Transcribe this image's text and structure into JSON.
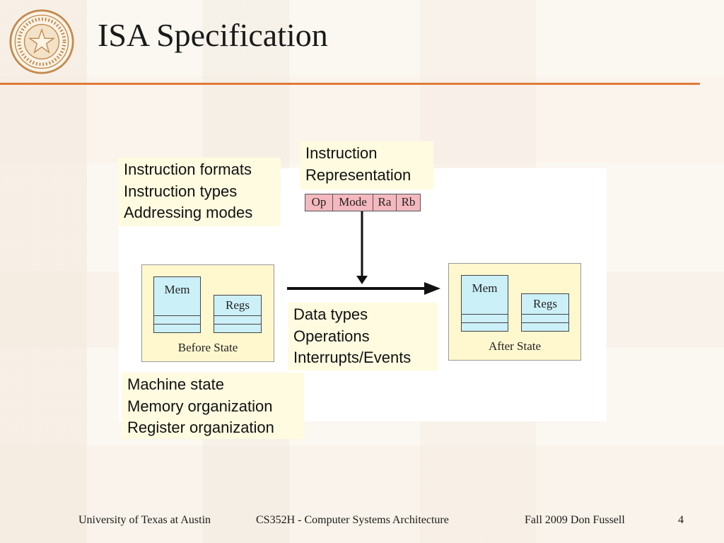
{
  "slide": {
    "title": "ISA Specification"
  },
  "seal": {
    "name": "university-seal",
    "color": "#c28a4e"
  },
  "colors": {
    "accent_rule": "#e0793a",
    "label_box_bg": "#fffbe0",
    "state_box_bg": "#fff8cf",
    "block_fill": "#ccf0f8",
    "format_fill": "#f4b8bf"
  },
  "labels": {
    "instr_formats": [
      "Instruction formats",
      "Instruction types",
      "Addressing modes"
    ],
    "instr_rep": [
      "Instruction",
      "Representation"
    ],
    "data_types": [
      "Data types",
      "Operations",
      "Interrupts/Events"
    ],
    "machine_state": [
      "Machine state",
      "Memory organization",
      "Register organization"
    ]
  },
  "instruction_format": {
    "fields": [
      "Op",
      "Mode",
      "Ra",
      "Rb"
    ]
  },
  "states": {
    "before": {
      "mem": "Mem",
      "regs": "Regs",
      "caption": "Before State"
    },
    "after": {
      "mem": "Mem",
      "regs": "Regs",
      "caption": "After State"
    }
  },
  "footer": {
    "university": "University of Texas at Austin",
    "course": "CS352H  -   Computer Systems Architecture",
    "term": "Fall 2009   Don Fussell",
    "page": "4"
  }
}
